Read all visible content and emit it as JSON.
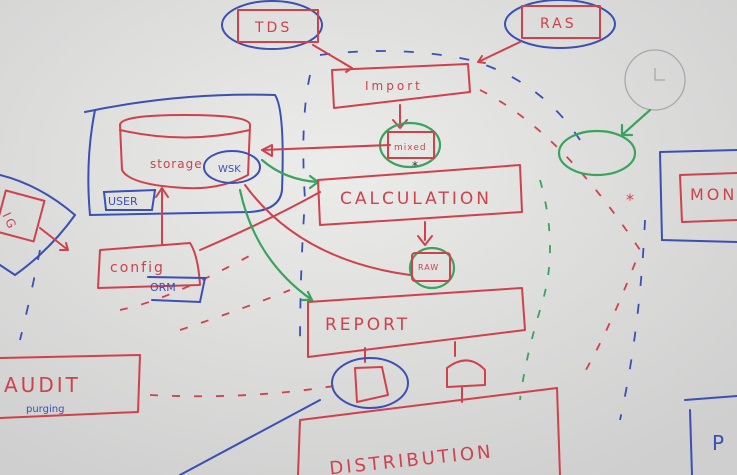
{
  "diagram": {
    "labels": {
      "tds": "TDS",
      "ras": "RAS",
      "import": "Import",
      "mixed": "mixed",
      "calculation": "CALCULATION",
      "storage": "storage",
      "wsk": "WSK",
      "user": "USER",
      "config": "config",
      "orm": "ORM",
      "raw": "RAW",
      "report": "REPORT",
      "audit": "AUDIT",
      "purging": "purging",
      "distribution": "DISTRIBUTION",
      "mon": "MON",
      "p": "P",
      "ig": "IG"
    },
    "colors": {
      "red": "#d0414c",
      "blue": "#3b4fb5",
      "green": "#3aa35e",
      "paper": "#e6e6e4"
    }
  }
}
